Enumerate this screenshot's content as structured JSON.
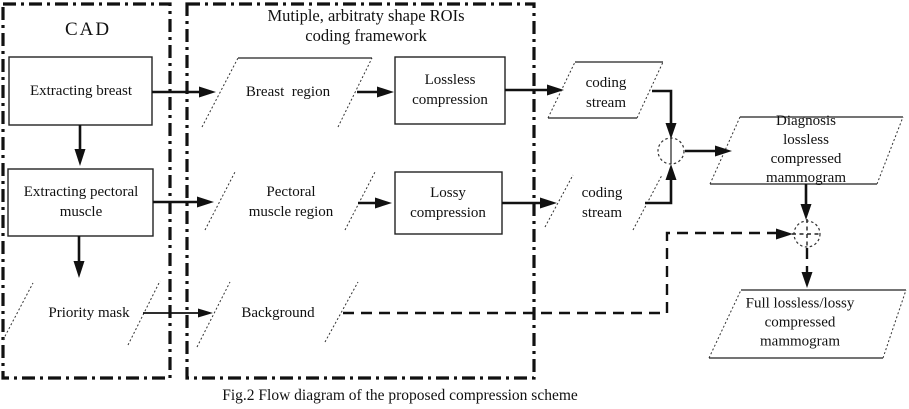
{
  "figure": {
    "caption": "Fig.2 Flow diagram of the proposed compression scheme",
    "colors": {
      "stroke": "#000000",
      "background": "#ffffff"
    },
    "groups": {
      "cad": {
        "title": "CAD",
        "border": "dash-dot"
      },
      "framework": {
        "title": "Mutiple, arbitraty shape ROIs\ncoding framework",
        "border": "dash-dot"
      }
    },
    "nodes": {
      "extracting_breast": {
        "label": "Extracting breast",
        "shape": "rectangle"
      },
      "extracting_pectoral_muscle": {
        "label": "Extracting pectoral\nmuscle",
        "shape": "rectangle"
      },
      "priority_mask": {
        "label": "Priority mask",
        "shape": "slash-delimited"
      },
      "breast_region": {
        "label": "Breast  region",
        "shape": "parallelogram"
      },
      "pectoral_muscle_region": {
        "label": "Pectoral\nmuscle region",
        "shape": "slash-delimited"
      },
      "background": {
        "label": "Background",
        "shape": "slash-delimited"
      },
      "lossless_compression": {
        "label": "Lossless\ncompression",
        "shape": "rectangle"
      },
      "lossy_compression": {
        "label": "Lossy\ncompression",
        "shape": "rectangle"
      },
      "coding_stream_top": {
        "label": "coding\nstream",
        "shape": "parallelogram"
      },
      "coding_stream_bottom": {
        "label": "coding\nstream",
        "shape": "slash-delimited"
      },
      "diagnosis_lossless_compressed_mammogram": {
        "label": "Diagnosis lossless\ncompressed\nmammogram",
        "shape": "parallelogram"
      },
      "full_lossless_lossy_compressed_mammogram": {
        "label": "Full lossless/lossy\ncompressed\nmammogram",
        "shape": "parallelogram"
      }
    },
    "edges": [
      {
        "from": "extracting_breast",
        "to": "breast_region",
        "style": "solid"
      },
      {
        "from": "extracting_breast",
        "to": "extracting_pectoral_muscle",
        "style": "solid"
      },
      {
        "from": "extracting_pectoral_muscle",
        "to": "pectoral_muscle_region",
        "style": "solid"
      },
      {
        "from": "extracting_pectoral_muscle",
        "to": "priority_mask",
        "style": "solid"
      },
      {
        "from": "priority_mask",
        "to": "background",
        "style": "solid"
      },
      {
        "from": "breast_region",
        "to": "lossless_compression",
        "style": "solid"
      },
      {
        "from": "pectoral_muscle_region",
        "to": "lossy_compression",
        "style": "solid"
      },
      {
        "from": "lossless_compression",
        "to": "coding_stream_top",
        "style": "solid"
      },
      {
        "from": "lossy_compression",
        "to": "coding_stream_bottom",
        "style": "solid"
      },
      {
        "from": "coding_stream_top",
        "to": "junction_1",
        "style": "solid"
      },
      {
        "from": "coding_stream_bottom",
        "to": "junction_1",
        "style": "solid"
      },
      {
        "from": "junction_1",
        "to": "diagnosis_lossless_compressed_mammogram",
        "style": "solid"
      },
      {
        "from": "diagnosis_lossless_compressed_mammogram",
        "to": "junction_2",
        "style": "solid"
      },
      {
        "from": "background",
        "to": "junction_2",
        "style": "dashed"
      },
      {
        "from": "junction_2",
        "to": "full_lossless_lossy_compressed_mammogram",
        "style": "dashed"
      }
    ]
  }
}
